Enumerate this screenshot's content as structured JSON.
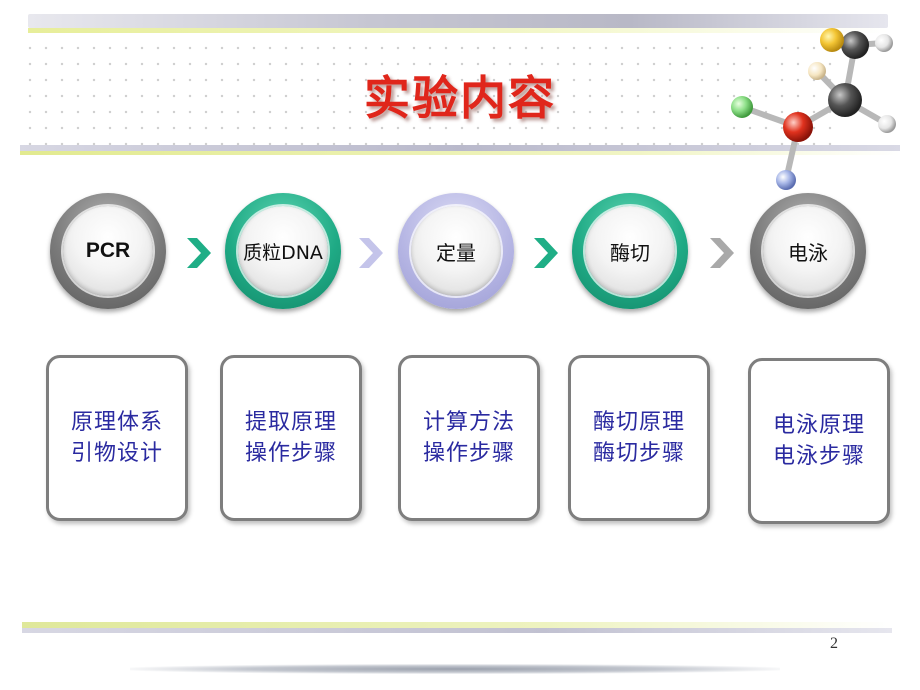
{
  "slide": {
    "title": "实验内容",
    "page_number": "2"
  },
  "steps": [
    {
      "label": "PCR",
      "ring": "gray"
    },
    {
      "label": "质粒DNA",
      "ring": "green"
    },
    {
      "label": "定量",
      "ring": "lavender"
    },
    {
      "label": "酶切",
      "ring": "green"
    },
    {
      "label": "电泳",
      "ring": "gray"
    }
  ],
  "arrows": [
    {
      "color": "#1fae86"
    },
    {
      "color": "#c4c4ea"
    },
    {
      "color": "#1fae86"
    },
    {
      "color": "#a9a9a9"
    }
  ],
  "cards": [
    {
      "line1": "原理体系",
      "line2": "引物设计"
    },
    {
      "line1": "提取原理",
      "line2": "操作步骤"
    },
    {
      "line1": "计算方法",
      "line2": "操作步骤"
    },
    {
      "line1": "酶切原理",
      "line2": "酶切步骤"
    },
    {
      "line1": "电泳原理",
      "line2": "电泳步骤"
    }
  ],
  "colors": {
    "title": "#e0261b",
    "card_text": "#2a2aa0",
    "card_border": "#7e7e7e"
  }
}
